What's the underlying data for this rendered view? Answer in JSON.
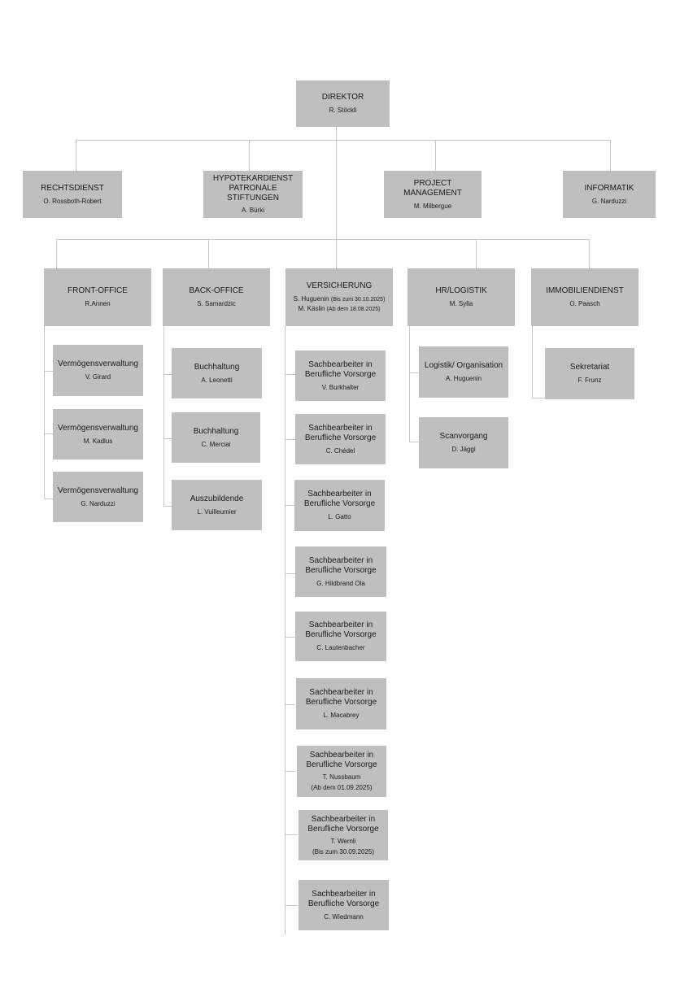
{
  "director": {
    "title": "DIREKTOR",
    "name": "R. Stöckli"
  },
  "level1": [
    {
      "title": "RECHTSDIENST",
      "name": "O. Rossboth-Robert"
    },
    {
      "title": "HYPOTEKARDIENST\nPATRONALE STIFTUNGEN",
      "name": "A. Bürki"
    },
    {
      "title": "PROJECT MANAGEMENT",
      "name": "M. Milbergue"
    },
    {
      "title": "INFORMATIK",
      "name": "G. Narduzzi"
    }
  ],
  "departments": {
    "front_office": {
      "title": "FRONT-OFFICE",
      "name": "R.Annen"
    },
    "back_office": {
      "title": "BACK-OFFICE",
      "name": "S. Samardzic"
    },
    "versicherung": {
      "title": "VERSICHERUNG",
      "name1": "S. Huguenin",
      "note1": "(Bis zum 30.10.2025)",
      "name2": "M. Käslin",
      "note2": "(Ab dem 18.08.2025)"
    },
    "hr_logistik": {
      "title": "HR/LOGISTIK",
      "name": "M. Sylla"
    },
    "immobiliendienst": {
      "title": "IMMOBILIENDIENST",
      "name": "O. Paasch"
    }
  },
  "front_office_staff": [
    {
      "title": "Vermögensverwaltung",
      "name": "V. Girard"
    },
    {
      "title": "Vermögensverwaltung",
      "name": "M. Kadlus"
    },
    {
      "title": "Vermögensverwaltung",
      "name": "G. Narduzzi"
    }
  ],
  "back_office_staff": [
    {
      "title": "Buchhaltung",
      "name": "A. Leonetti"
    },
    {
      "title": "Buchhaltung",
      "name": "C. Merciai"
    },
    {
      "title": "Auszubildende",
      "name": "L. Vuilleumier"
    }
  ],
  "versicherung_staff": [
    {
      "title": "Sachbearbeiter in\nBerufliche Vorsorge",
      "name": "V. Burkhalter"
    },
    {
      "title": "Sachbearbeiter in\nBerufliche Vorsorge",
      "name": "C. Chédel"
    },
    {
      "title": "Sachbearbeiter in\nBerufliche Vorsorge",
      "name": "L. Gatto"
    },
    {
      "title": "Sachbearbeiter in\nBerufliche Vorsorge",
      "name": "G. Hildbrand Ola"
    },
    {
      "title": "Sachbearbeiter in\nBerufliche Vorsorge",
      "name": "C. Lautenbacher"
    },
    {
      "title": "Sachbearbeiter in\nBerufliche Vorsorge",
      "name": "L. Macabrey"
    },
    {
      "title": "Sachbearbeiter in\nBerufliche Vorsorge",
      "name": "T. Nussbaum",
      "note": "(Ab dem 01.09.2025)"
    },
    {
      "title": "Sachbearbeiter in\nBerufliche Vorsorge",
      "name": "T. Wernli",
      "note": "(Bis zum 30.09.2025)"
    },
    {
      "title": "Sachbearbeiter in\nBerufliche Vorsorge",
      "name": "C. Wiedmann"
    }
  ],
  "hr_staff": [
    {
      "title": "Logistik/ Organisation",
      "name": "A. Huguenin"
    },
    {
      "title": "Scanvorgang",
      "name": "D. Jäggi"
    }
  ],
  "immobilien_staff": [
    {
      "title": "Sekretariat",
      "name": "F. Frunz"
    }
  ],
  "colors": {
    "box": "#bfbfbf",
    "line": "#c8c8c8"
  }
}
